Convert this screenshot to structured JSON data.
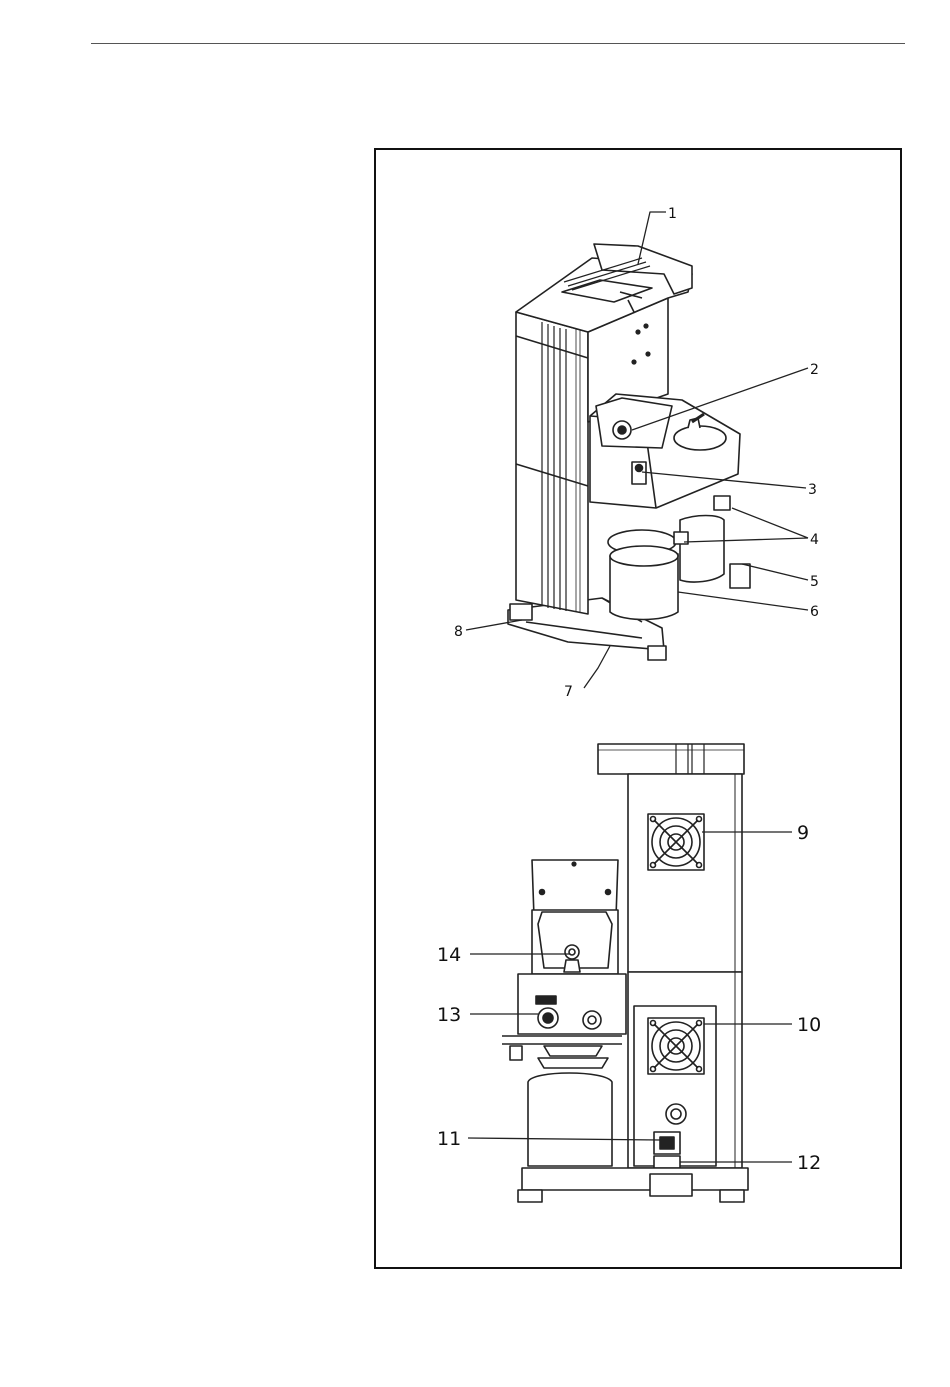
{
  "figure": {
    "upper_view_callouts": [
      "1",
      "2",
      "3",
      "4",
      "5",
      "6",
      "7",
      "8"
    ],
    "lower_view_callouts": [
      "9",
      "10",
      "11",
      "12",
      "13",
      "14"
    ]
  }
}
